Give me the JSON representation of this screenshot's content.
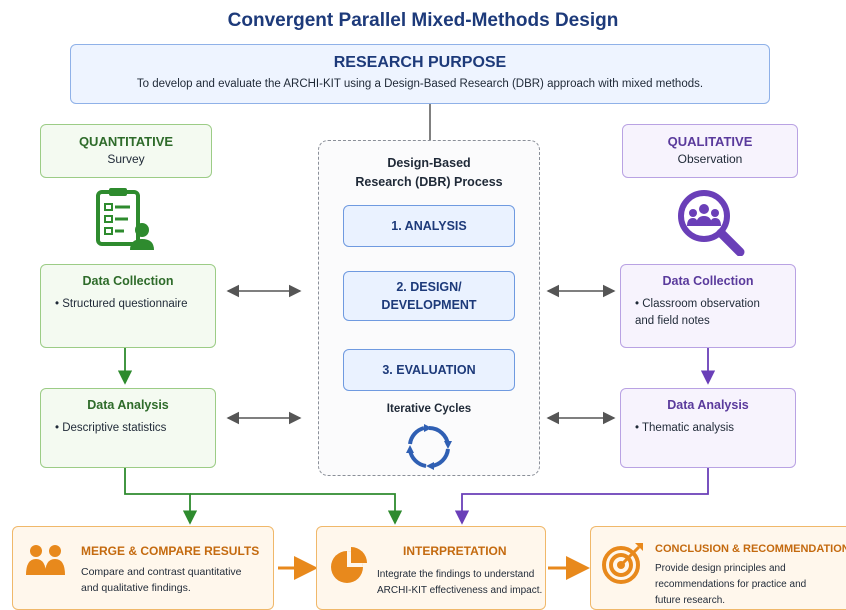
{
  "title": "Convergent Parallel Mixed-Methods Design",
  "purpose": {
    "heading": "RESEARCH PURPOSE",
    "text": "To develop and evaluate the ARCHI-KIT using a Design-Based Research (DBR) approach with mixed methods."
  },
  "quantitative": {
    "heading": "QUANTITATIVE",
    "method": "Survey",
    "collection_title": "Data Collection",
    "collection_items": [
      "Structured questionnaire"
    ],
    "analysis_title": "Data Analysis",
    "analysis_items": [
      "Descriptive statistics"
    ]
  },
  "qualitative": {
    "heading": "QUALITATIVE",
    "method": "Observation",
    "collection_title": "Data Collection",
    "collection_items": [
      "Classroom observation and field notes"
    ],
    "analysis_title": "Data Analysis",
    "analysis_items": [
      "Thematic analysis"
    ]
  },
  "dbr": {
    "title_line1": "Design-Based",
    "title_line2": "Research (DBR) Process",
    "step1": "1. ANALYSIS",
    "step2_line1": "2. DESIGN/",
    "step2_line2": "DEVELOPMENT",
    "step3": "3. EVALUATION",
    "cycles": "Iterative Cycles"
  },
  "outcomes": {
    "merge": {
      "title": "MERGE & COMPARE RESULTS",
      "line1": "Compare and contrast quantitative",
      "line2": "and qualitative findings."
    },
    "interpretation": {
      "title": "INTERPRETATION",
      "line1": "Integrate the findings to understand",
      "line2": "ARCHI-KIT effectiveness and impact."
    },
    "conclusion": {
      "title": "CONCLUSION & RECOMMENDATIONS",
      "line1": "Provide design principles and",
      "line2": "recommendations for practice and",
      "line3": "future research."
    }
  },
  "icons": {
    "survey": "clipboard-user-icon",
    "observation": "magnifier-group-icon",
    "merge": "group-icon",
    "interpretation": "pie-chart-icon",
    "conclusion": "target-icon",
    "cycles": "cycle-arrows-icon"
  },
  "colors": {
    "title": "#1d3a7a",
    "quantitative": "#2e8b2e",
    "qualitative": "#6a3fb8",
    "dbr": "#2f5fb3",
    "outcome": "#e8891c"
  }
}
